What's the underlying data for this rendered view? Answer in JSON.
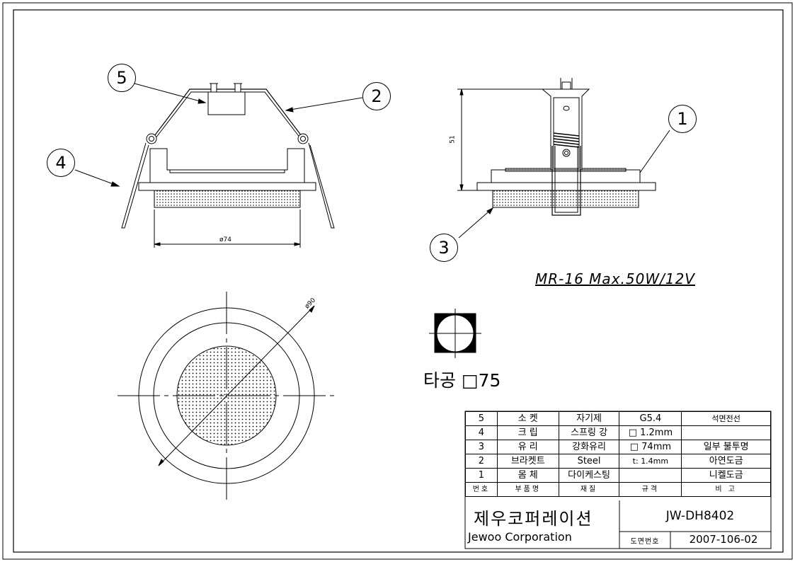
{
  "balloons": [
    "5",
    "2",
    "4",
    "1",
    "3"
  ],
  "dimensions": {
    "diameter_bottom": "ø74",
    "height": "51",
    "diameter_top": "ø90"
  },
  "lamp_spec": "MR-16  Max.50W/12V",
  "hole_label": "타공 □75",
  "parts_table": {
    "rows": [
      {
        "no": "5",
        "name": "소 켓",
        "material": "자기제",
        "spec": "G5.4",
        "note": "석면전선"
      },
      {
        "no": "4",
        "name": "크 립",
        "material": "스프링 강",
        "spec": "□ 1.2mm",
        "note": ""
      },
      {
        "no": "3",
        "name": "유 리",
        "material": "강화유리",
        "spec": "□ 74mm",
        "note": "일부 불투명"
      },
      {
        "no": "2",
        "name": "브라켓트",
        "material": "Steel",
        "spec": "t: 1.4mm",
        "note": "아연도금"
      },
      {
        "no": "1",
        "name": "몸 체",
        "material": "다이케스팅",
        "spec": "",
        "note": "니켈도금"
      }
    ],
    "header": {
      "no": "번호",
      "name": "부품명",
      "material": "재질",
      "spec": "규격",
      "note": "비 고"
    }
  },
  "title_block": {
    "company_ko": "제우코퍼레이션",
    "company_en": "Jewoo Corporation",
    "drawing_no": "JW-DH8402",
    "drawing_no_label": "도면번호",
    "date_code": "2007-106-02"
  }
}
